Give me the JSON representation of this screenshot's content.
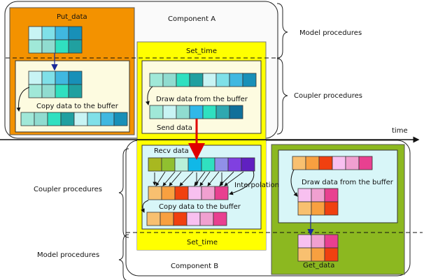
{
  "labels": {
    "component_a": "Component A",
    "component_b": "Component B",
    "put_data": "Put_data",
    "get_data": "Get_data",
    "set_time_a": "Set_time",
    "set_time_b": "Set_time",
    "copy_a": "Copy data to the buffer",
    "draw_a": "Draw data from the buffer",
    "send": "Send data",
    "recv": "Recv data",
    "interp": "Interpolation",
    "copy_b": "Copy data to the buffer",
    "draw_b": "Draw data from the buffer",
    "time": "time",
    "right_model": "Model procedures",
    "right_coupler": "Coupler procedures",
    "left_coupler": "Coupler procedures",
    "left_model": "Model procedures"
  },
  "colors": {
    "put_data_box": "#f39200",
    "set_time_box": "#ffff00",
    "get_data_box": "#8cb820",
    "inner_light": "#fdfbe0",
    "inner_blue": "#d8f6f8",
    "send_arrow": "#e00000",
    "data_arrow": "#1a2a9a"
  },
  "arrays": {
    "a_put_grid": [
      [
        "#c8f4f4",
        "#7fe0e8",
        "#40b8e0",
        "#1890b8"
      ],
      [
        "#a0e8d8",
        "#90dcd0",
        "#30e0c0",
        "#20a0a0"
      ]
    ],
    "a_copy_grid": [
      [
        "#c8f4f4",
        "#7fe0e8",
        "#40b8e0",
        "#1890b8"
      ],
      [
        "#a0e8d8",
        "#90dcd0",
        "#30e0c0",
        "#20a0a0"
      ]
    ],
    "a_buffer": [
      "#a0e8d8",
      "#90dcd0",
      "#30e0c0",
      "#20a0a0",
      "#c8f4f4",
      "#7fe0e8",
      "#40b8e0",
      "#1890b8"
    ],
    "a_draw_row": [
      "#a0e8d8",
      "#90dcd0",
      "#30e0c0",
      "#20a0a0",
      "#c8f4f4",
      "#7fe0e8",
      "#40b8e0",
      "#1890b8"
    ],
    "a_send_row": [
      "#a0e8d8",
      "#c8f4f4",
      "#90dcd0",
      "#30b8e8",
      "#30e0c0",
      "#30a8b0",
      "#10709a"
    ],
    "b_recv_row": [
      "#a8b820",
      "#90c030",
      "#b8f0d8",
      "#10b8e8",
      "#30e0c0",
      "#9090e8",
      "#8040e0",
      "#6020c0"
    ],
    "b_interp_row": [
      "#f8c070",
      "#f8a040",
      "#f04010",
      "#f8c0f0",
      "#f0a0d0",
      "#e84090"
    ],
    "b_buffer": [
      "#f8c070",
      "#f8a040",
      "#f04010",
      "#f8c0f0",
      "#f0a0d0",
      "#e84090"
    ],
    "b_draw_row": [
      "#f8c070",
      "#f8a040",
      "#f04010",
      "#f8c0f0",
      "#f0a0d0",
      "#e84090"
    ],
    "b_draw_grid": [
      [
        "#f8c0f0",
        "#f0a0d0",
        "#e84090"
      ],
      [
        "#f8c070",
        "#f8a040",
        "#f04010"
      ]
    ],
    "b_get_grid": [
      [
        "#f8c0f0",
        "#f0a0d0",
        "#e84090"
      ],
      [
        "#f8c070",
        "#f8a040",
        "#f04010"
      ]
    ]
  }
}
